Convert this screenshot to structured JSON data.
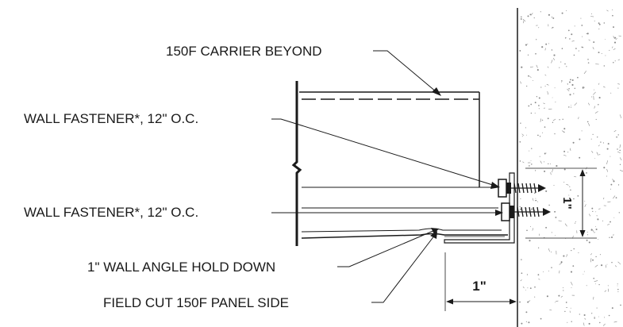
{
  "labels": {
    "carrier": "150F CARRIER BEYOND",
    "fastener_top": "WALL FASTENER*, 12\" O.C.",
    "fastener_bottom": "WALL FASTENER*, 12\" O.C.",
    "wall_angle": "1\" WALL ANGLE HOLD DOWN",
    "panel_side": "FIELD CUT 150F PANEL SIDE"
  },
  "dimensions": {
    "horizontal": "1\"",
    "vertical": "1\""
  },
  "colors": {
    "line": "#1a1a1a",
    "wall_speckle": "#8a8a8a"
  }
}
